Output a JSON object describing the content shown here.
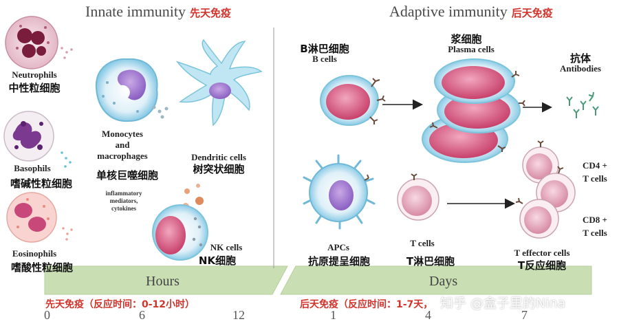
{
  "innate": {
    "title_en": "Innate immunity",
    "title_cn": "先天免疫",
    "neutrophils": {
      "en": "Neutrophils",
      "cn": "中性粒细胞"
    },
    "basophils": {
      "en": "Basophils",
      "cn": "嗜碱性粒细胞"
    },
    "eosinophils": {
      "en": "Eosinophils",
      "cn": "嗜酸性粒细胞"
    },
    "monocytes": {
      "en_line1": "Monocytes",
      "en_line2": "and",
      "en_line3": "macrophages",
      "cn": "单核巨噬细胞"
    },
    "mediators": {
      "line1": "inflammatory",
      "line2": "mediators,",
      "line3": "cytokines"
    },
    "dendritic": {
      "en": "Dendritic cells",
      "cn": "树突状细胞"
    },
    "nk": {
      "en": "NK cells",
      "cn": "NK细胞"
    },
    "axis_label": "Hours",
    "ticks": [
      "0",
      "6",
      "12"
    ],
    "caption": "先天免疫（反应时间：0-12小时）"
  },
  "adaptive": {
    "title_en": "Adaptive immunity",
    "title_cn": "后天免疫",
    "bcells": {
      "cn": "B淋巴细胞",
      "en": "B cells"
    },
    "plasma": {
      "cn": "浆细胞",
      "en": "Plasma cells"
    },
    "antibodies": {
      "cn": "抗体",
      "en": "Antibodies"
    },
    "apcs": {
      "en": "APCs",
      "cn": "抗原提呈细胞"
    },
    "tcells": {
      "en": "T cells",
      "cn": "T淋巴细胞"
    },
    "effector": {
      "en": "T effector cells",
      "cn": "T反应细胞"
    },
    "cd4": {
      "line1": "CD4 +",
      "line2": "T cells"
    },
    "cd8": {
      "line1": "CD8 +",
      "line2": "T cells"
    },
    "axis_label": "Days",
    "ticks": [
      "1",
      "4",
      "7"
    ],
    "caption": "后天免疫（反应时间：1-7天，"
  },
  "watermark": "知乎 @盒子里的Nina",
  "colors": {
    "band": "#c9dfb3",
    "title_red": "#d0342c",
    "cell_pink": "#d9577e",
    "membrane_blue": "#a8d6ec"
  }
}
